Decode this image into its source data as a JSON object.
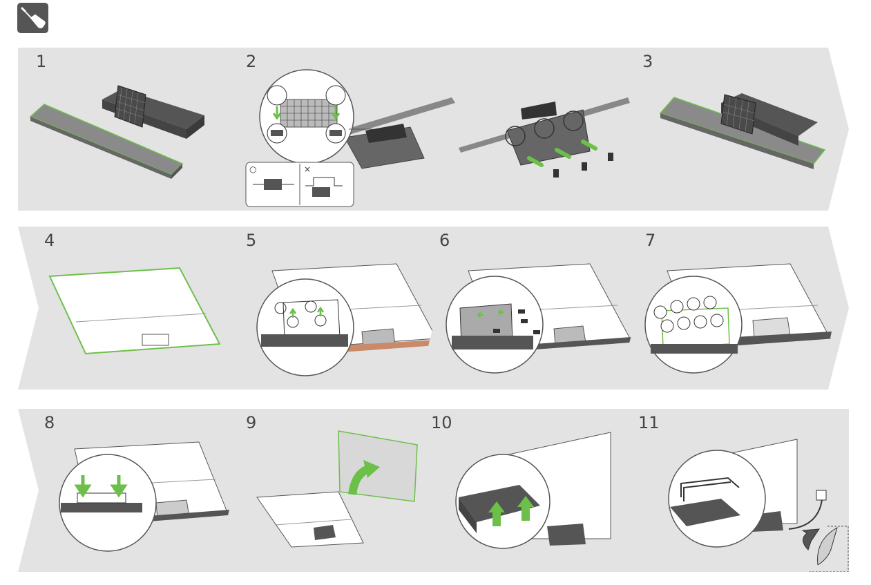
{
  "header": {
    "icon": "screwdriver-icon"
  },
  "colors": {
    "panel": "#e3e3e3",
    "accent": "#6cc04a",
    "ink": "#333333",
    "dark": "#555555"
  },
  "steps": [
    {
      "number": "1"
    },
    {
      "number": "2"
    },
    {
      "number": "3"
    },
    {
      "number": "4"
    },
    {
      "number": "5"
    },
    {
      "number": "6"
    },
    {
      "number": "7"
    },
    {
      "number": "8"
    },
    {
      "number": "9"
    },
    {
      "number": "10"
    },
    {
      "number": "11"
    }
  ],
  "step2_inset": {
    "correct_mark": "○",
    "wrong_mark": "×"
  }
}
